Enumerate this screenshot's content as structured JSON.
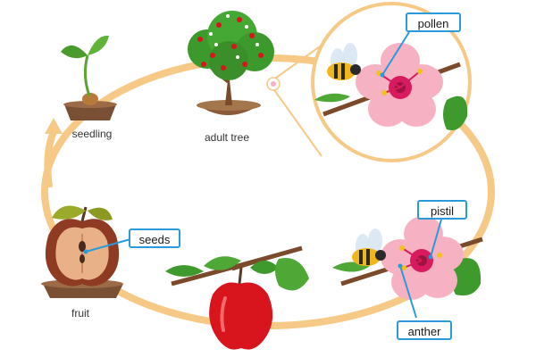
{
  "stages": {
    "seedling": "seedling",
    "adult_tree": "adult tree",
    "fruit": "fruit"
  },
  "callouts": {
    "pollen": "pollen",
    "pistil": "pistil",
    "anther": "anther",
    "seeds": "seeds"
  },
  "colors": {
    "cycle_ring": "#f7c987",
    "callout_border": "#2b9ad8",
    "flower_petal": "#f6b2c2",
    "flower_center": "#d81b5f",
    "apple_red": "#d8141c",
    "leaf_green": "#3b9a2a",
    "soil_brown": "#8a5a3a"
  }
}
